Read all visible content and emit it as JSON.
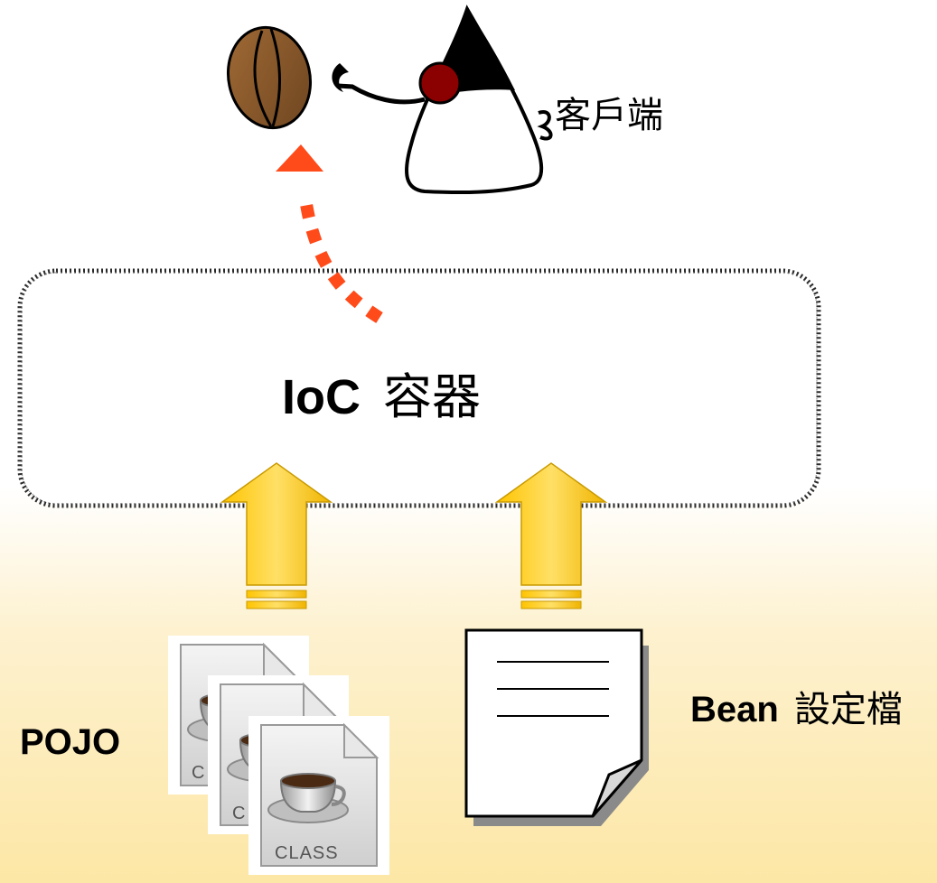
{
  "client": {
    "label": "客戶端"
  },
  "container": {
    "label_latin": "IoC",
    "label_cjk": "容器"
  },
  "pojo": {
    "label": "POJO",
    "file_caption": "CLASS",
    "partial_caption": "C"
  },
  "bean_config": {
    "label_latin": "Bean",
    "label_cjk": "設定檔"
  },
  "colors": {
    "flow_arrow": "#ff4a1a",
    "input_arrow": "#ffcc00",
    "bean_fill": "#8a5a2a",
    "duke_nose": "#8b0000",
    "container_border": "#333333"
  },
  "icons": {
    "bean": "coffee-bean-icon",
    "client": "duke-mascot-icon",
    "class_file": "java-class-file-icon",
    "config_doc": "document-icon"
  }
}
